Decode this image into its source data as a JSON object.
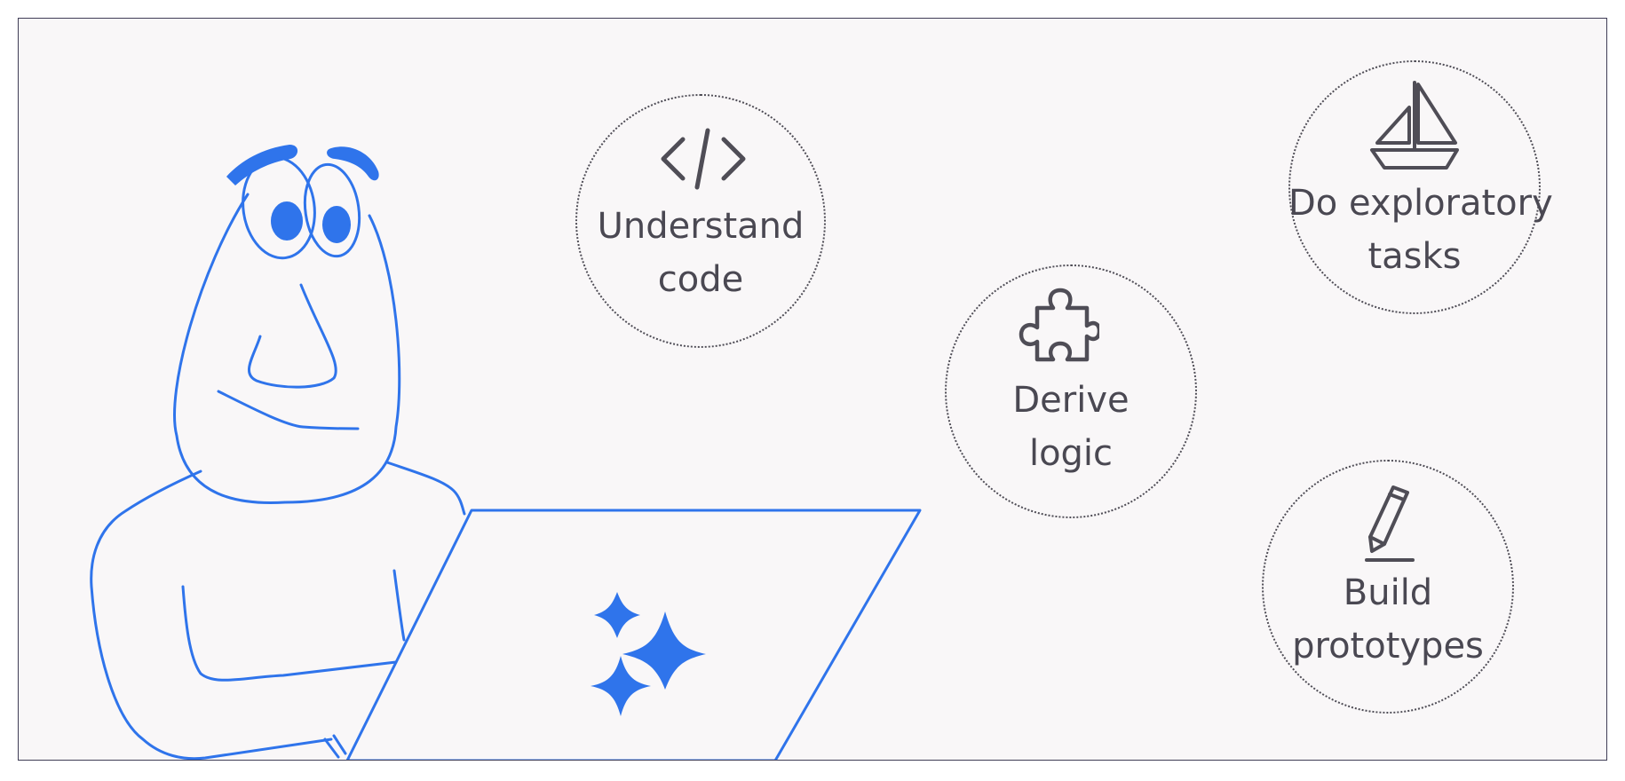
{
  "illustration": {
    "character": "person-at-laptop",
    "laptop_logo": "sparkle-icon",
    "accent_color": "#2f74eb",
    "ink_color": "#4a4852"
  },
  "bubbles": [
    {
      "icon": "code-brackets-icon",
      "line1": "Understand",
      "line2": "code"
    },
    {
      "icon": "puzzle-piece-icon",
      "line1": "Derive",
      "line2": "logic"
    },
    {
      "icon": "sailboat-icon",
      "line1": "Do exploratory",
      "line2": "tasks"
    },
    {
      "icon": "pencil-icon",
      "line1": "Build",
      "line2": "prototypes"
    }
  ]
}
